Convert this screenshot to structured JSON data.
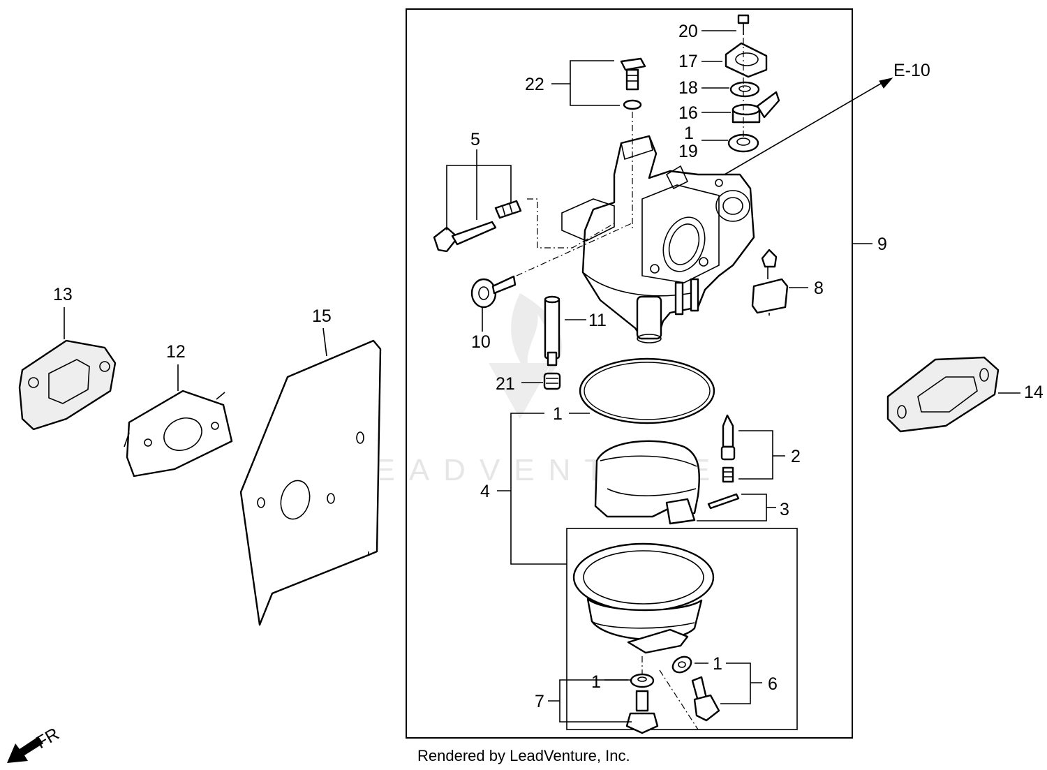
{
  "watermark": "LEADVENTURE",
  "footer": "Rendered by LeadVenture, Inc.",
  "direction_label": "FR",
  "callouts": {
    "c1_a": "1",
    "c1_b": "1",
    "c1_c": "1",
    "c1_d": "1",
    "c2": "2",
    "c3": "3",
    "c4": "4",
    "c5": "5",
    "c6": "6",
    "c7": "7",
    "c8": "8",
    "c9": "9",
    "c10": "10",
    "c11": "11",
    "c12": "12",
    "c13": "13",
    "c14": "14",
    "c15": "15",
    "c16": "16",
    "c17": "17",
    "c18": "18",
    "c19": "19",
    "c20": "20",
    "c21": "21",
    "c22": "22",
    "ref": "E-10"
  }
}
